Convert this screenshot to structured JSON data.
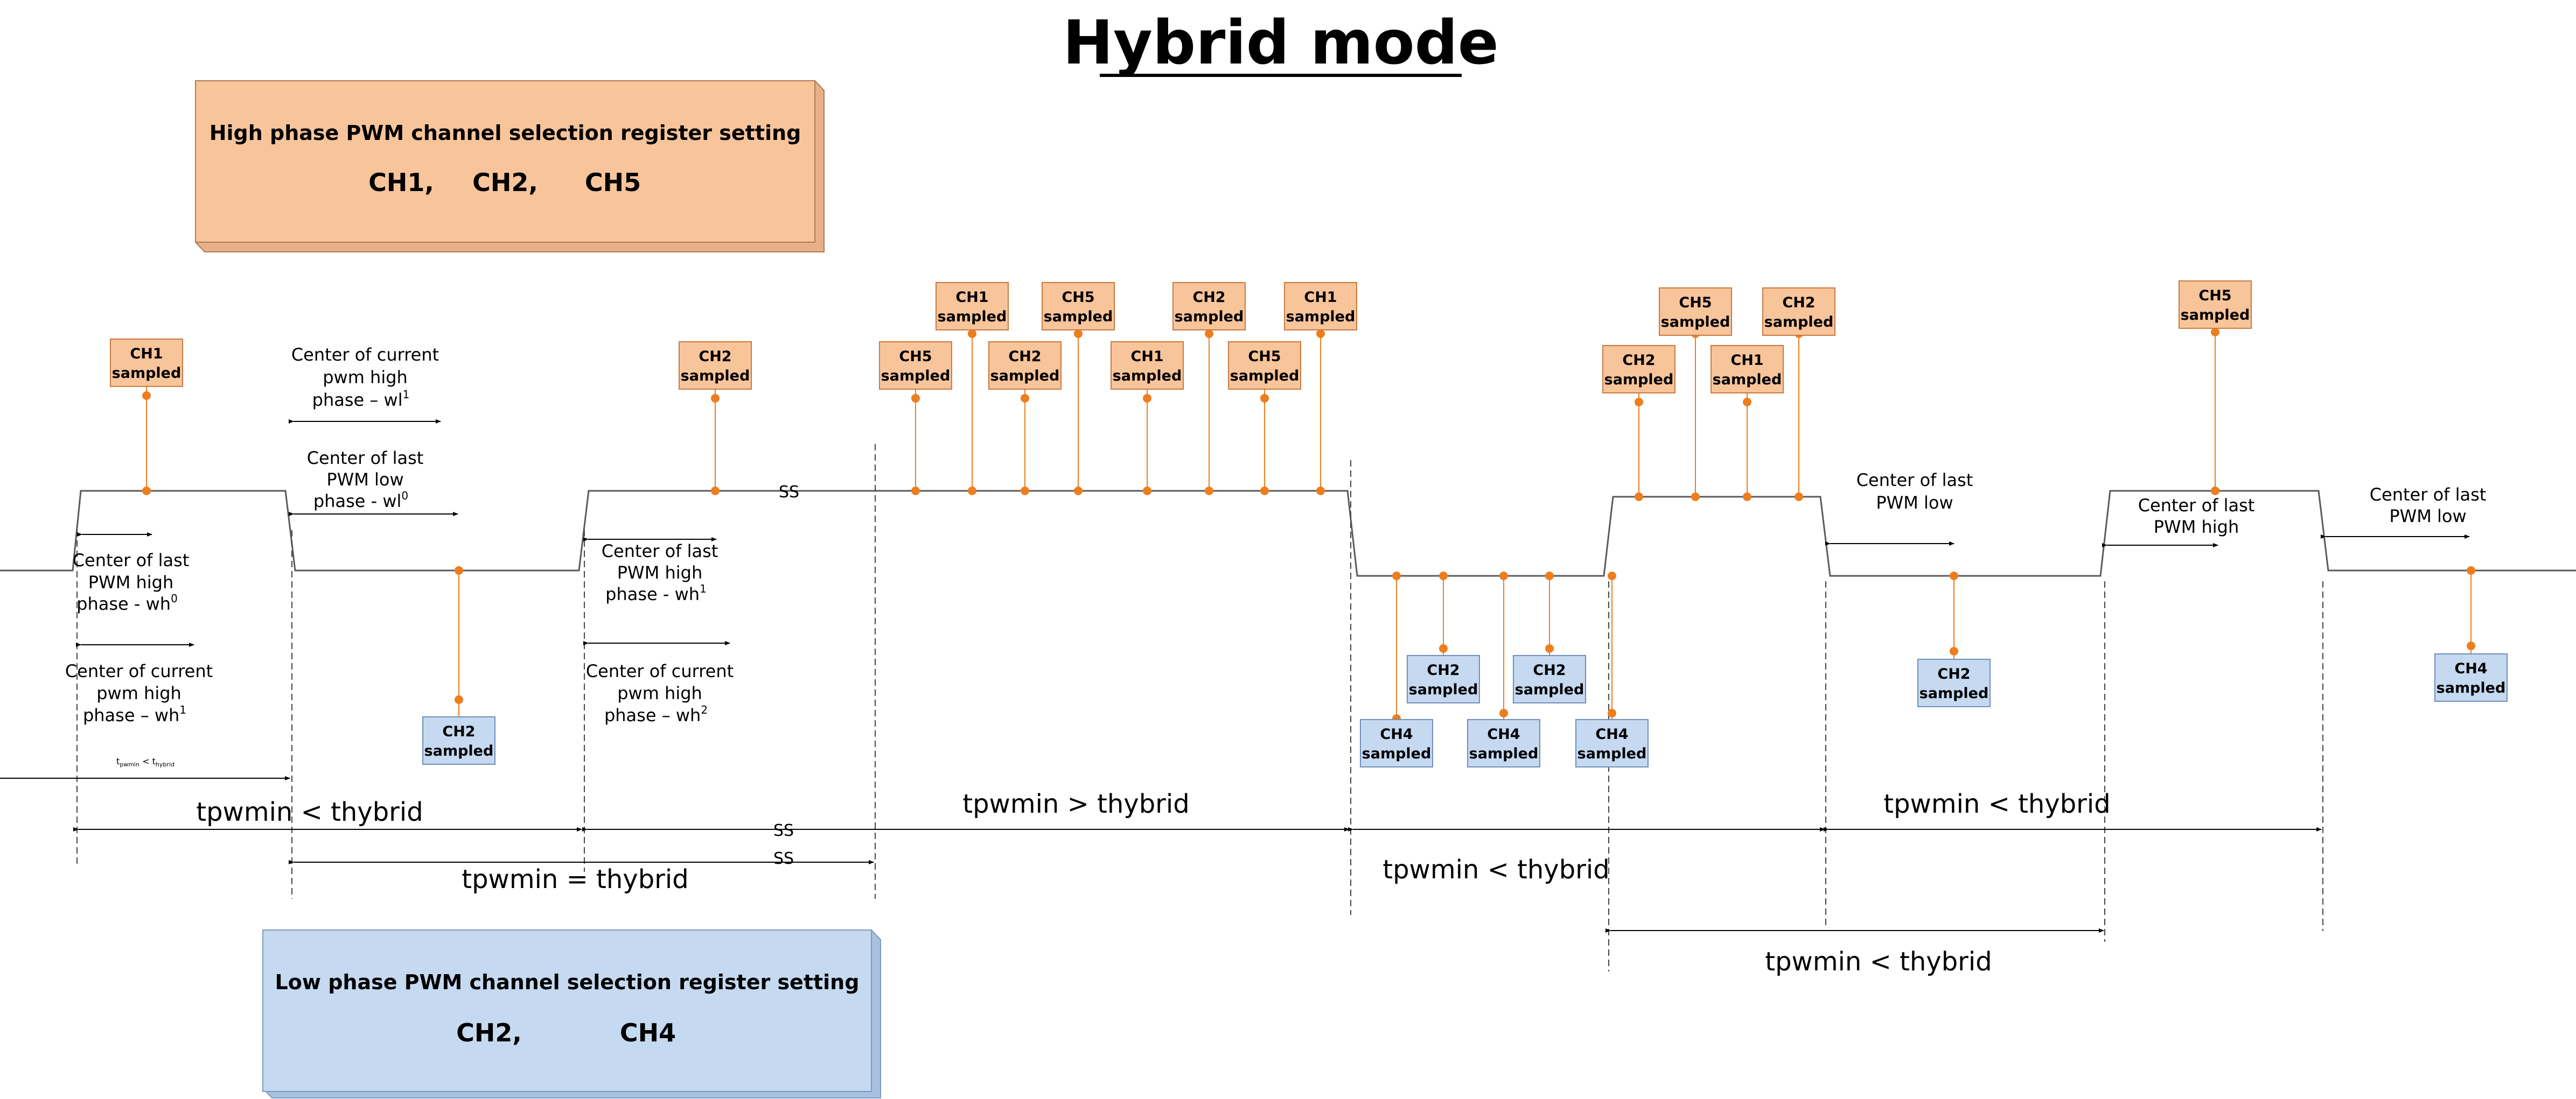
{
  "title": "Hybrid mode",
  "high_box": {
    "heading": "High phase PWM channel selection register setting",
    "channels": [
      "CH1,",
      "CH2,",
      "CH5"
    ]
  },
  "low_box": {
    "heading": "Low phase PWM channel selection register setting",
    "channels": [
      "CH2,",
      "CH4"
    ]
  },
  "samples": {
    "high": [
      {
        "ch": "CH1",
        "label": "sampled"
      },
      {
        "ch": "CH2",
        "label": "sampled"
      },
      {
        "ch": "CH5",
        "label": "sampled"
      },
      {
        "ch": "CH1",
        "label": "sampled"
      },
      {
        "ch": "CH2",
        "label": "sampled"
      },
      {
        "ch": "CH5",
        "label": "sampled"
      },
      {
        "ch": "CH1",
        "label": "sampled"
      },
      {
        "ch": "CH2",
        "label": "sampled"
      },
      {
        "ch": "CH5",
        "label": "sampled"
      },
      {
        "ch": "CH1",
        "label": "sampled"
      },
      {
        "ch": "CH2",
        "label": "sampled"
      },
      {
        "ch": "CH5",
        "label": "sampled"
      },
      {
        "ch": "CH1",
        "label": "sampled"
      },
      {
        "ch": "CH2",
        "label": "sampled"
      },
      {
        "ch": "CH5",
        "label": "sampled"
      }
    ],
    "low": [
      {
        "ch": "CH2",
        "label": "sampled"
      },
      {
        "ch": "CH4",
        "label": "sampled"
      },
      {
        "ch": "CH2",
        "label": "sampled"
      },
      {
        "ch": "CH4",
        "label": "sampled"
      },
      {
        "ch": "CH2",
        "label": "sampled"
      },
      {
        "ch": "CH4",
        "label": "sampled"
      },
      {
        "ch": "CH2",
        "label": "sampled"
      },
      {
        "ch": "CH4",
        "label": "sampled"
      }
    ]
  },
  "annotations": {
    "a1": [
      "Center of current",
      "pwm high",
      "phase – wl"
    ],
    "a1_sup": "1",
    "a2": [
      "Center of last",
      "PWM low",
      "phase - wl"
    ],
    "a2_sup": "0",
    "a3": [
      "Center of last",
      "PWM high",
      "phase - wh"
    ],
    "a3_sup": "0",
    "a4": [
      "Center of current",
      "pwm high",
      "phase – wh"
    ],
    "a4_sup": "1",
    "a5": [
      "Center of last",
      "PWM high",
      "phase - wh"
    ],
    "a5_sup": "1",
    "a6": [
      "Center of current",
      "pwm high",
      "phase – wh"
    ],
    "a6_sup": "2",
    "a7": [
      "Center of last",
      "PWM low"
    ],
    "a8": [
      "Center of last",
      "PWM high"
    ],
    "a9": [
      "Center of last",
      "PWM low"
    ],
    "small_rel": "t",
    "small_rel_sub1": "pwmin",
    "small_rel_mid": " < t",
    "small_rel_sub2": "hybrid"
  },
  "relations": [
    "tpwmin < thybrid",
    "tpwmin = thybrid",
    "tpwmin >  thybrid",
    "tpwmin <  thybrid",
    "tpwmin <  thybrid",
    "tpwmin <  thybrid"
  ],
  "ss": "SS",
  "colors": {
    "high_fill": "#f8c49a",
    "high_stroke": "#c97a3e",
    "low_fill": "#c5d9f1",
    "low_stroke": "#6f8fb8",
    "dot": "#ee7d1e",
    "signal": "#5a5a5a"
  }
}
